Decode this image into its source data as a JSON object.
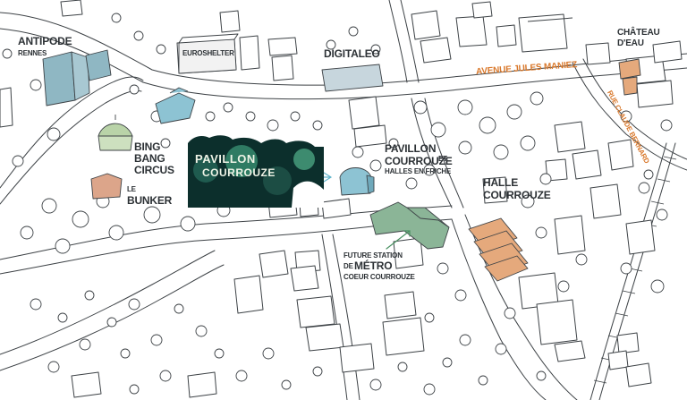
{
  "map": {
    "labels": {
      "antipode": "ANTIPODE",
      "rennes": "RENNES",
      "euroshelter": "EUROSHELTER",
      "digitaleo": "DIGITALEO",
      "chateau_line1": "CHÂTEAU",
      "chateau_line2": "D'EAU",
      "avenue": "AVENUE JULES MANIEZ",
      "rue": "RUE CLAUDE BERNARD",
      "bing_line1": "BING",
      "bing_line2": "BANG",
      "bing_line3": "CIRCUS",
      "bunker_prefix": "LE",
      "bunker": "BUNKER",
      "pavillon_line1": "PAVILLON",
      "pavillon_line2": "COURROUZE",
      "pavillon_et": "ET",
      "pavillon_line3": "HALLES EN FRICHE",
      "halle_line1": "HALLE",
      "halle_line2": "COURROUZE",
      "metro_line1": "FUTURE STATION",
      "metro_prefix": "DE",
      "metro_line2": "MÉTRO",
      "metro_line3": "COEUR COURROUZE"
    },
    "photo": {
      "title_line1": "PAVILLON",
      "title_line2": "COURROUZE"
    },
    "colors": {
      "ink": "#3d4246",
      "antipode": "#8fb7c3",
      "circus": "#b9d3a8",
      "bunker": "#dca58a",
      "pavillon": "#8dc3d3",
      "metro": "#8bb597",
      "halle": "#e5a97c",
      "orange_label": "#d9782b",
      "photo_bg": "#0c2f2c"
    }
  }
}
